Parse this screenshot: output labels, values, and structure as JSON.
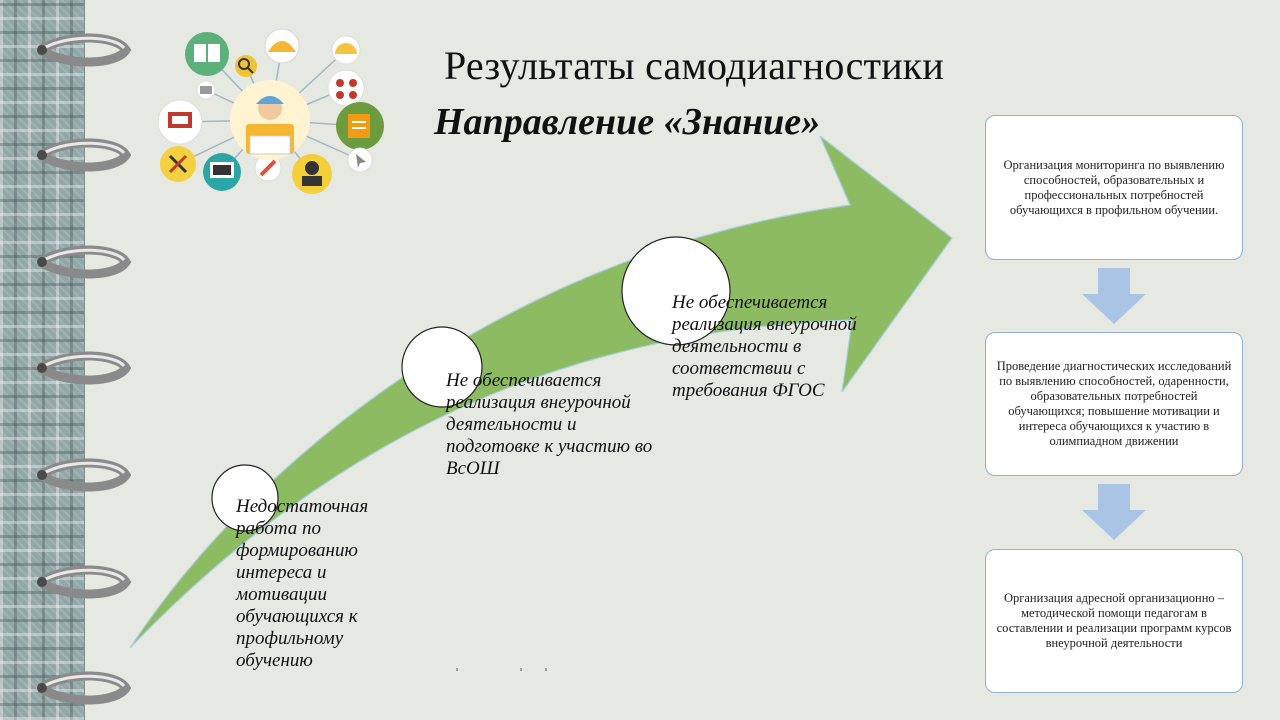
{
  "header": {
    "title": "Результаты самодиагностики",
    "subtitle": "Направление «Знание»"
  },
  "steps": [
    "Недостаточная работа по формированию интереса и мотивации обучающихся к профильному обучению",
    "Не обеспечивается реализация внеурочной деятельности и подготовке к участию во ВсОШ",
    "Не обеспечивается реализация внеурочной деятельности в соответствии с требования ФГОС"
  ],
  "flow": [
    "Организация мониторинга по выявлению способностей, образовательных и профессиональных потребностей обучающихся в профильном обучении.",
    "Проведение диагностических исследований по выявлению способностей, одаренности, образовательных потребностей обучающихся; повышение мотивации и интереса обучающихся к участию в олимпиадном движении",
    "Организация адресной организационно – методической помощи педагогам в составлении и реализации программ курсов внеурочной деятельности"
  ],
  "colors": {
    "arrow": "#8dbb62",
    "flow_arrow": "#a9c4e4",
    "box_border": "#8fb2d0",
    "background": "#e6e9e2"
  },
  "icons": [
    "book-icon",
    "hard-hat-icon",
    "protractor-icon",
    "magnifier-icon",
    "network-icon",
    "notebook-icon",
    "presentation-icon",
    "tools-icon",
    "monitor-icon",
    "pencil-icon",
    "worker-icon",
    "cursor-icon",
    "engineer-icon"
  ]
}
